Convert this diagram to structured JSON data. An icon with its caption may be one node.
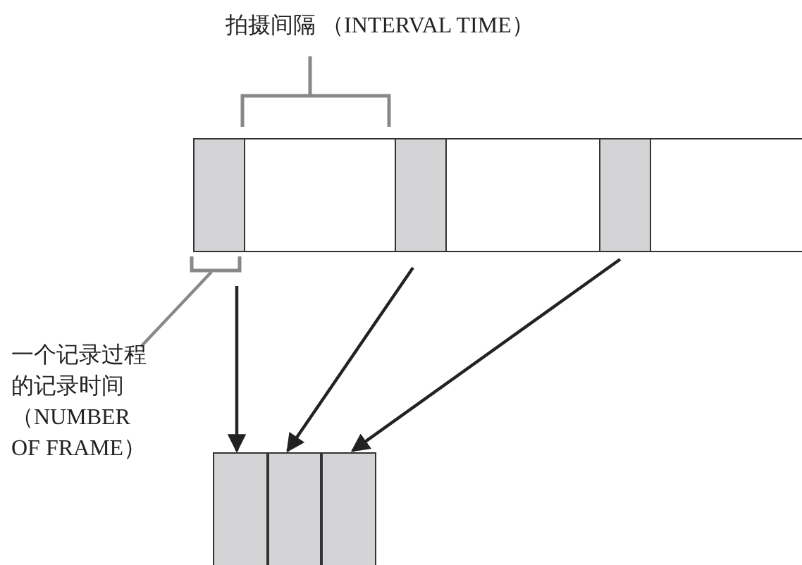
{
  "diagram": {
    "nodes": [
      {
        "text": [],
        "shape": "bar"
      },
      {
        "text": [],
        "shape": "box",
        "in": 0
      },
      {
        "text": [],
        "shape": "box",
        "in": 0
      },
      {
        "text": [],
        "shape": "box",
        "in": 0
      },
      {
        "text": [
          "一个记录过程的记录时间（NUMBER OF FRAME）"
        ]
      },
      {
        "text": [],
        "shape": "box"
      },
      {
        "text": [],
        "shape": "box"
      },
      {
        "text": [],
        "shape": "box"
      }
    ],
    "edges": [
      {
        "from": 4,
        "to": 1,
        "arrow": "none",
        "color": "#888888"
      },
      {
        "from": 1,
        "to": 5,
        "arrow": "to"
      },
      {
        "from": 2,
        "to": 6,
        "arrow": "to"
      },
      {
        "from": 3,
        "to": 7,
        "arrow": "to"
      }
    ],
    "labels": [
      "拍摄间隔 （INTERVAL TIME）"
    ]
  }
}
